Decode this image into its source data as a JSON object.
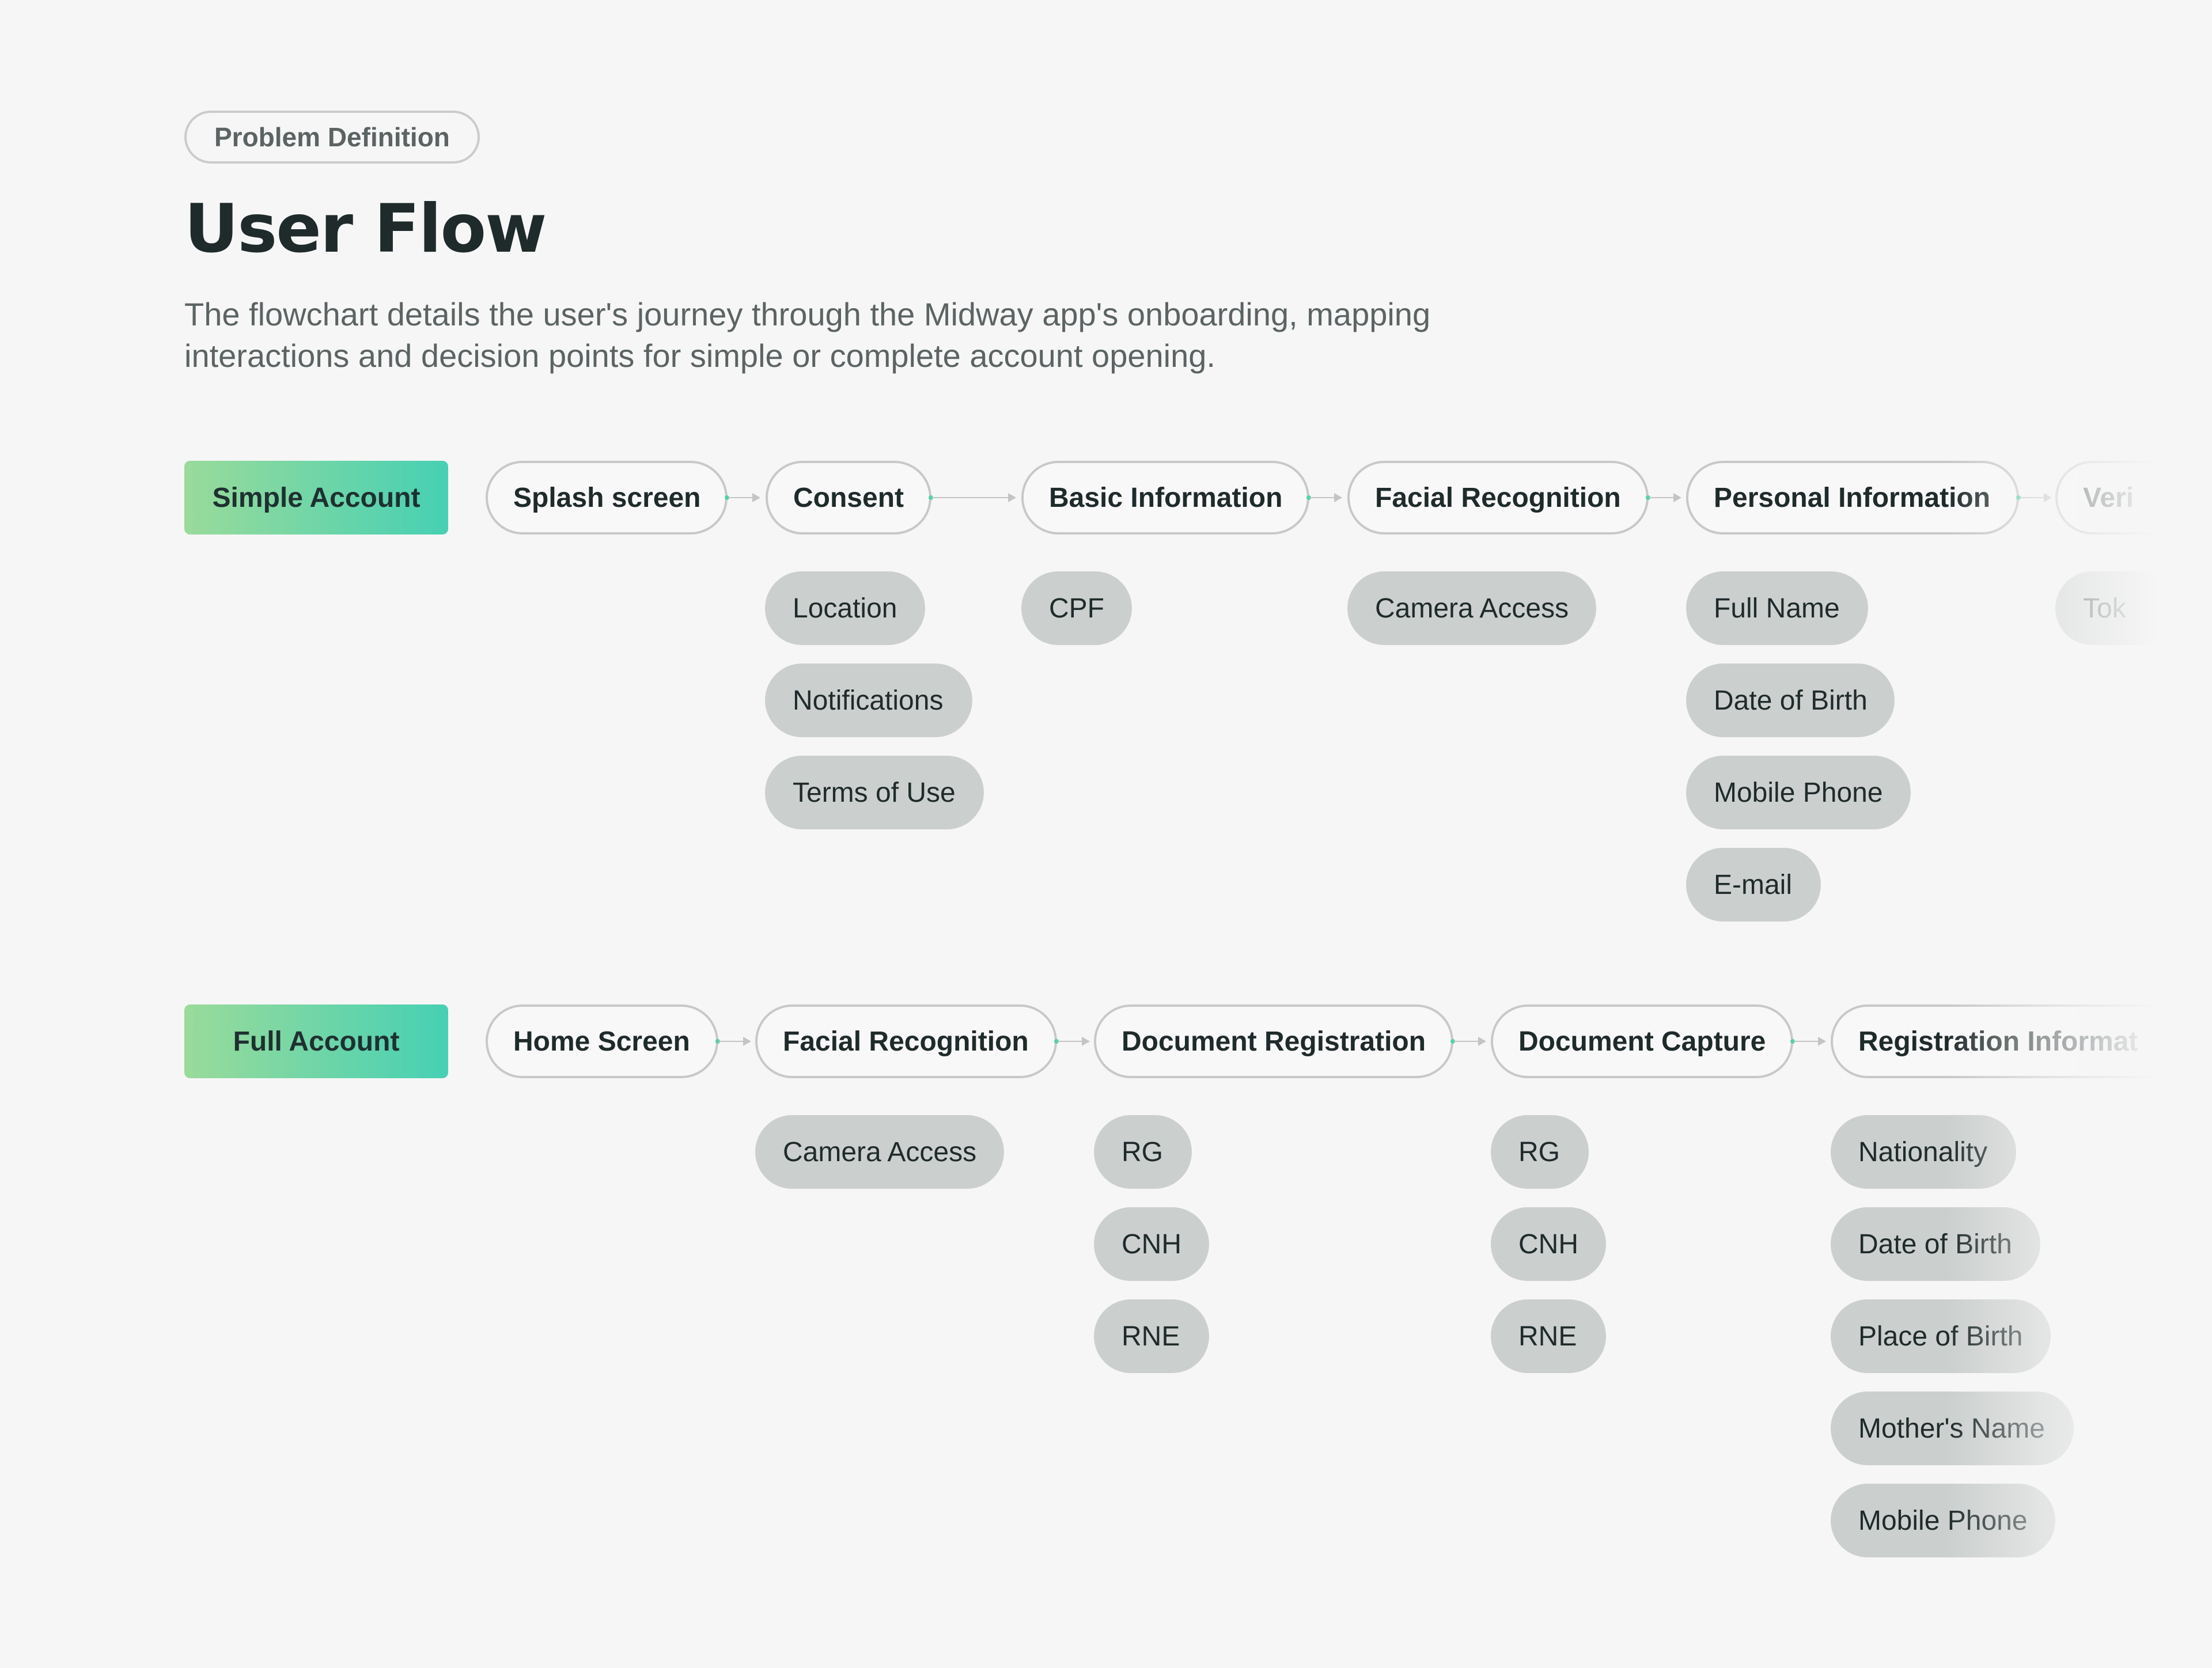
{
  "header": {
    "tag": "Problem Definition",
    "title": "User Flow",
    "description": "The flowchart details the user's journey through the Midway app's onboarding, mapping interactions and decision points for simple or complete account opening."
  },
  "flows": {
    "simple": {
      "label": "Simple Account",
      "steps": [
        "Splash screen",
        "Consent",
        "Basic Information",
        "Facial Recognition",
        "Personal Information",
        "Veri"
      ],
      "substeps": {
        "consent": [
          "Location",
          "Notifications",
          "Terms of Use"
        ],
        "basic_information": [
          "CPF"
        ],
        "facial_recognition": [
          "Camera Access"
        ],
        "personal_information": [
          "Full Name",
          "Date of Birth",
          "Mobile Phone",
          "E-mail"
        ],
        "verification": [
          "Tok"
        ]
      }
    },
    "full": {
      "label": "Full Account",
      "steps": [
        "Home Screen",
        "Facial Recognition",
        "Document Registration",
        "Document Capture",
        "Registration Informat"
      ],
      "substeps": {
        "facial_recognition": [
          "Camera Access"
        ],
        "document_registration": [
          "RG",
          "CNH",
          "RNE"
        ],
        "document_capture": [
          "RG",
          "CNH",
          "RNE"
        ],
        "registration_information": [
          "Nationality",
          "Date of Birth",
          "Place of Birth",
          "Mother's Name",
          "Mobile Phone"
        ]
      }
    }
  },
  "colors": {
    "label_gradient_start": "#9adb9a",
    "label_gradient_end": "#46d0b4",
    "connector_dot": "#55d2a7",
    "substep_fill": "#cbcfce",
    "background": "#f6f6f6"
  }
}
